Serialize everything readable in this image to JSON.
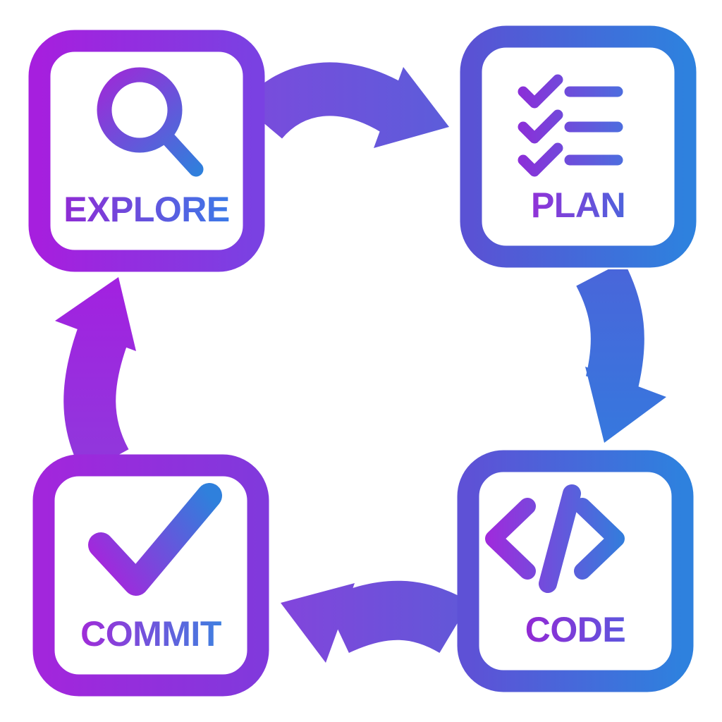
{
  "diagram": {
    "background_color": "#ffffff",
    "palette": {
      "purple": "#A226DC",
      "violet": "#7A41E2",
      "indigo": "#5E56D6",
      "blue": "#2E81DE",
      "arrow_indigo": "#6A57D6",
      "arrow_blue": "#3A6FD4",
      "arrow_purple": "#9C2DDB"
    },
    "nodes": [
      {
        "id": "explore",
        "label": "EXPLORE",
        "icon": "magnifier-icon"
      },
      {
        "id": "plan",
        "label": "PLAN",
        "icon": "checklist-icon"
      },
      {
        "id": "code",
        "label": "CODE",
        "icon": "code-brackets-icon"
      },
      {
        "id": "commit",
        "label": "COMMIT",
        "icon": "checkmark-icon"
      }
    ],
    "edges": [
      {
        "from": "EXPLORE",
        "to": "PLAN"
      },
      {
        "from": "PLAN",
        "to": "CODE"
      },
      {
        "from": "CODE",
        "to": "COMMIT"
      },
      {
        "from": "COMMIT",
        "to": "EXPLORE"
      }
    ]
  }
}
